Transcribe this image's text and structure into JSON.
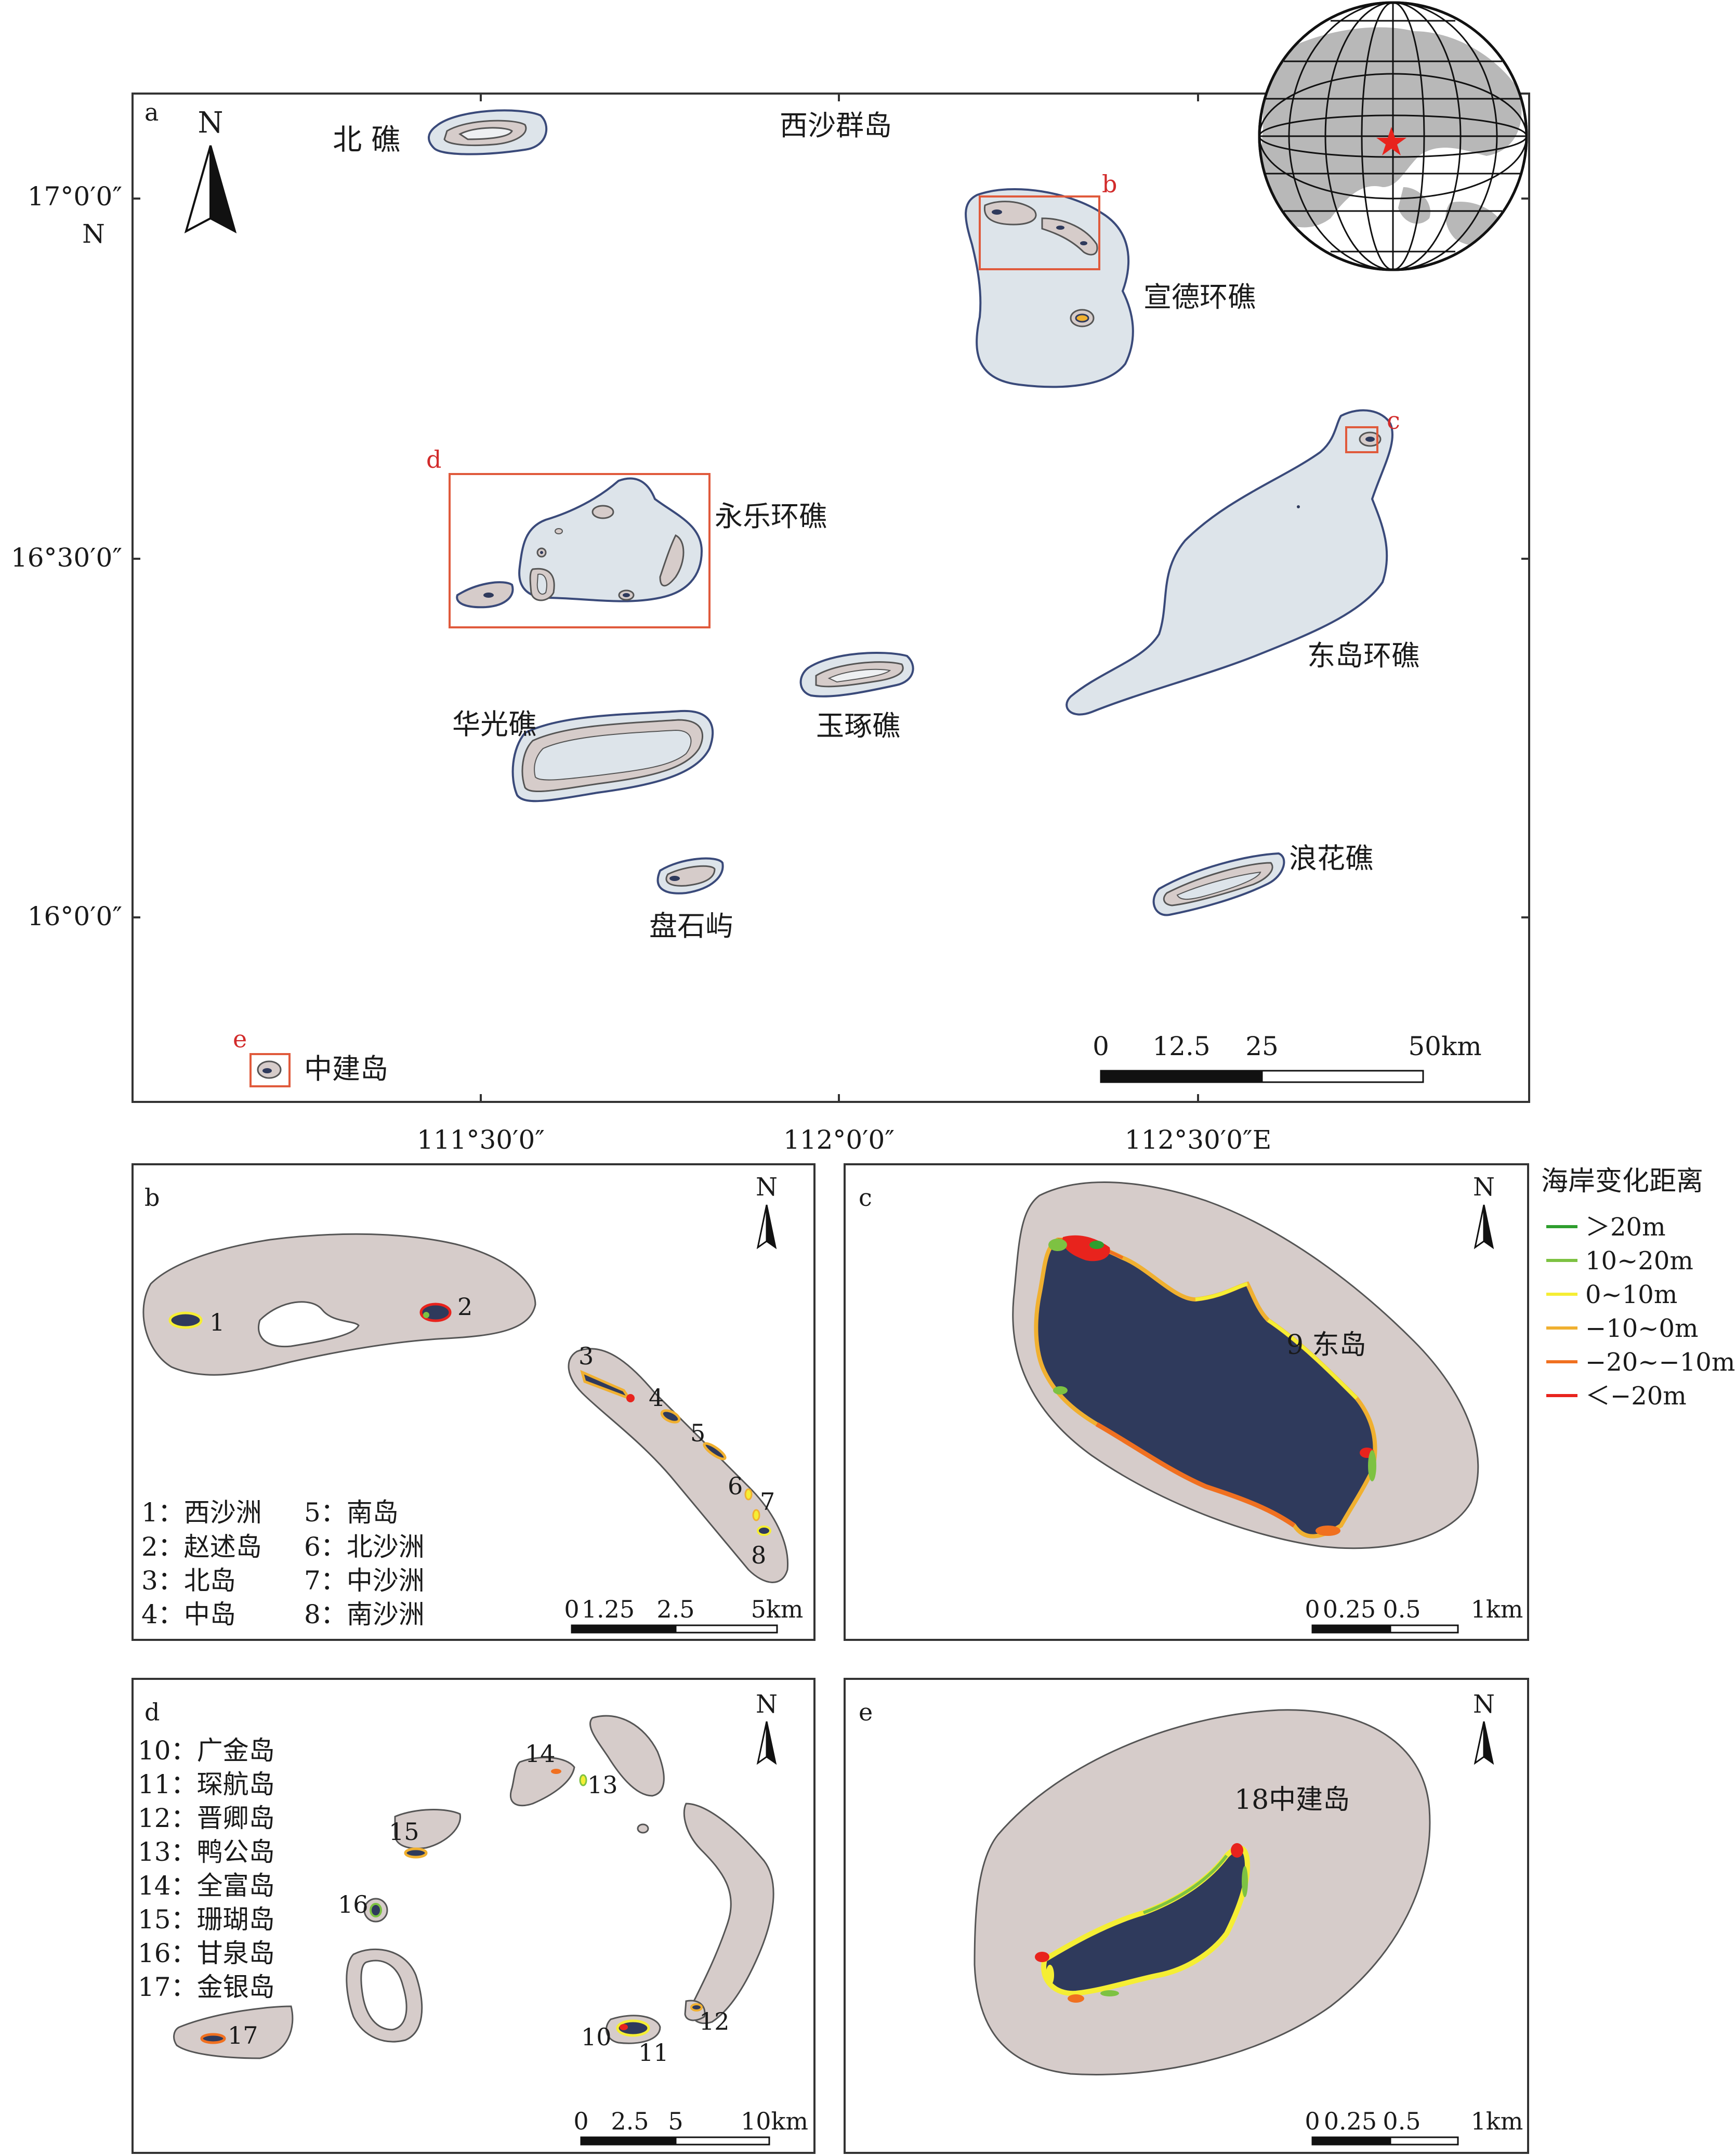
{
  "panel_a": {
    "letter": "a",
    "title": "西沙群岛",
    "lat_labels": [
      "17°0′0″",
      "16°30′0″",
      "16°0′0″"
    ],
    "lat_suffix": "N",
    "lon_labels": [
      "111°30′0″",
      "112°0′0″",
      "112°30′0″E"
    ],
    "north": "N",
    "reefs": {
      "beijiao": "北  礁",
      "xuande": "宣德环礁",
      "yongle": "永乐环礁",
      "dongdao": "东岛环礁",
      "huaguang": "华光礁",
      "yuzhuo": "玉琢礁",
      "panshi": "盘石屿",
      "langhua": "浪花礁",
      "zhongjian": "中建岛"
    },
    "box_letters": [
      "b",
      "c",
      "d",
      "e"
    ],
    "scale": [
      "0",
      "12.5",
      "25",
      "50km"
    ]
  },
  "panel_b": {
    "letter": "b",
    "north": "N",
    "island_numbers": [
      "1",
      "2",
      "3",
      "4",
      "5",
      "6",
      "7",
      "8"
    ],
    "legend": [
      "1：西沙洲",
      "5：南岛",
      "2：赵述岛",
      "6：北沙洲",
      "3：北岛",
      "7：中沙洲",
      "4：中岛",
      "8：南沙洲"
    ],
    "scale": [
      "0",
      "1.25",
      "2.5",
      "5km"
    ]
  },
  "panel_c": {
    "letter": "c",
    "north": "N",
    "island_label": "9 东岛",
    "scale": [
      "0",
      "0.25",
      "0.5",
      "1km"
    ]
  },
  "panel_d": {
    "letter": "d",
    "north": "N",
    "island_numbers": [
      "10",
      "11",
      "12",
      "13",
      "14",
      "15",
      "16",
      "17"
    ],
    "legend": [
      "10：广金岛",
      "11：琛航岛",
      "12：晋卿岛",
      "13：鸭公岛",
      "14：全富岛",
      "15：珊瑚岛",
      "16：甘泉岛",
      "17：金银岛"
    ],
    "scale": [
      "0",
      "2.5",
      "5",
      "10km"
    ]
  },
  "panel_e": {
    "letter": "e",
    "north": "N",
    "island_label": "18中建岛",
    "scale": [
      "0",
      "0.25",
      "0.5",
      "1km"
    ]
  },
  "legend": {
    "title": "海岸变化距离",
    "items": [
      {
        "label": "＞20m",
        "color": "#2e9e2e"
      },
      {
        "label": "10~20m",
        "color": "#7dc242"
      },
      {
        "label": "0~10m",
        "color": "#f5ee34"
      },
      {
        "label": "−10~0m",
        "color": "#f0b030"
      },
      {
        "label": "−20~−10m",
        "color": "#f07020"
      },
      {
        "label": "＜−20m",
        "color": "#e8231d"
      }
    ]
  },
  "colors": {
    "lagoon": "#dde4ea",
    "reef_flat": "#d6ccca",
    "island": "#2f3a5c",
    "highlight_box": "#e05a3c",
    "star": "#e8231d"
  }
}
